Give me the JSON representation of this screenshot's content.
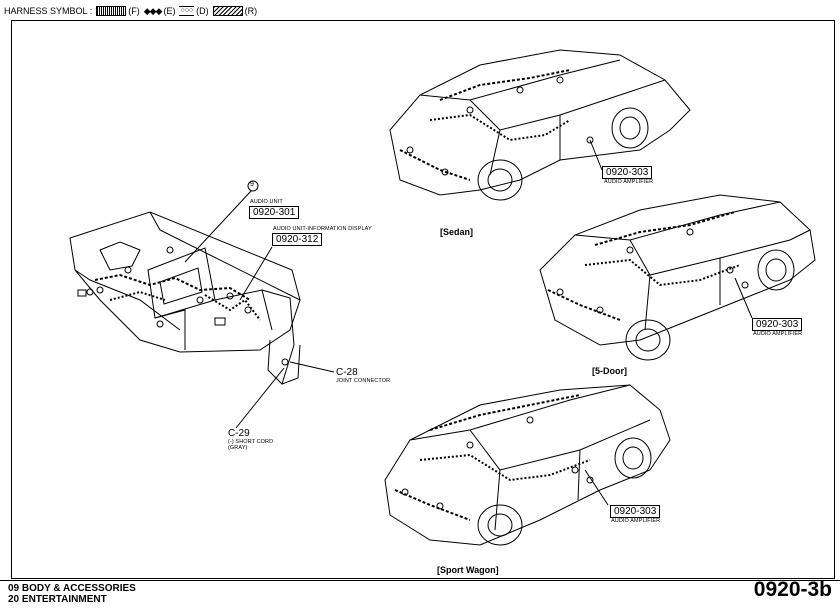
{
  "legend": {
    "title": "HARNESS SYMBOL :",
    "items": [
      {
        "symbol": "hatched-f",
        "label": "(F)"
      },
      {
        "symbol": "diamonds-e",
        "label": "(E)",
        "glyph": "◆◆◆"
      },
      {
        "symbol": "circles-d",
        "label": "(D)",
        "glyph": "○○○"
      },
      {
        "symbol": "diagonal-r",
        "label": "(R)"
      }
    ]
  },
  "callouts": {
    "circle_number": "9",
    "audio_unit_label": "AUDIO UNIT",
    "audio_unit_code": "0920-301",
    "info_display_label": "AUDIO UNIT-INFORMATION DISPLAY",
    "info_display_code": "0920-312",
    "c28_id": "C-28",
    "c28_label": "JOINT CONNECTOR",
    "c29_id": "C-29",
    "c29_label1": "(-) SHORT CORD",
    "c29_label2": "(GRAY)"
  },
  "views": {
    "sedan": {
      "title": "[Sedan]",
      "code": "0920-303",
      "label": "AUDIO AMPLIFIER"
    },
    "fivedoor": {
      "title": "[5-Door]",
      "code": "0920-303",
      "label": "AUDIO AMPLIFIER"
    },
    "wagon": {
      "title": "[Sport Wagon]",
      "code": "0920-303",
      "label": "AUDIO AMPLIFIER"
    }
  },
  "footer": {
    "line1": "09  BODY & ACCESSORIES",
    "line2": "20  ENTERTAINMENT",
    "page": "0920-3b"
  }
}
